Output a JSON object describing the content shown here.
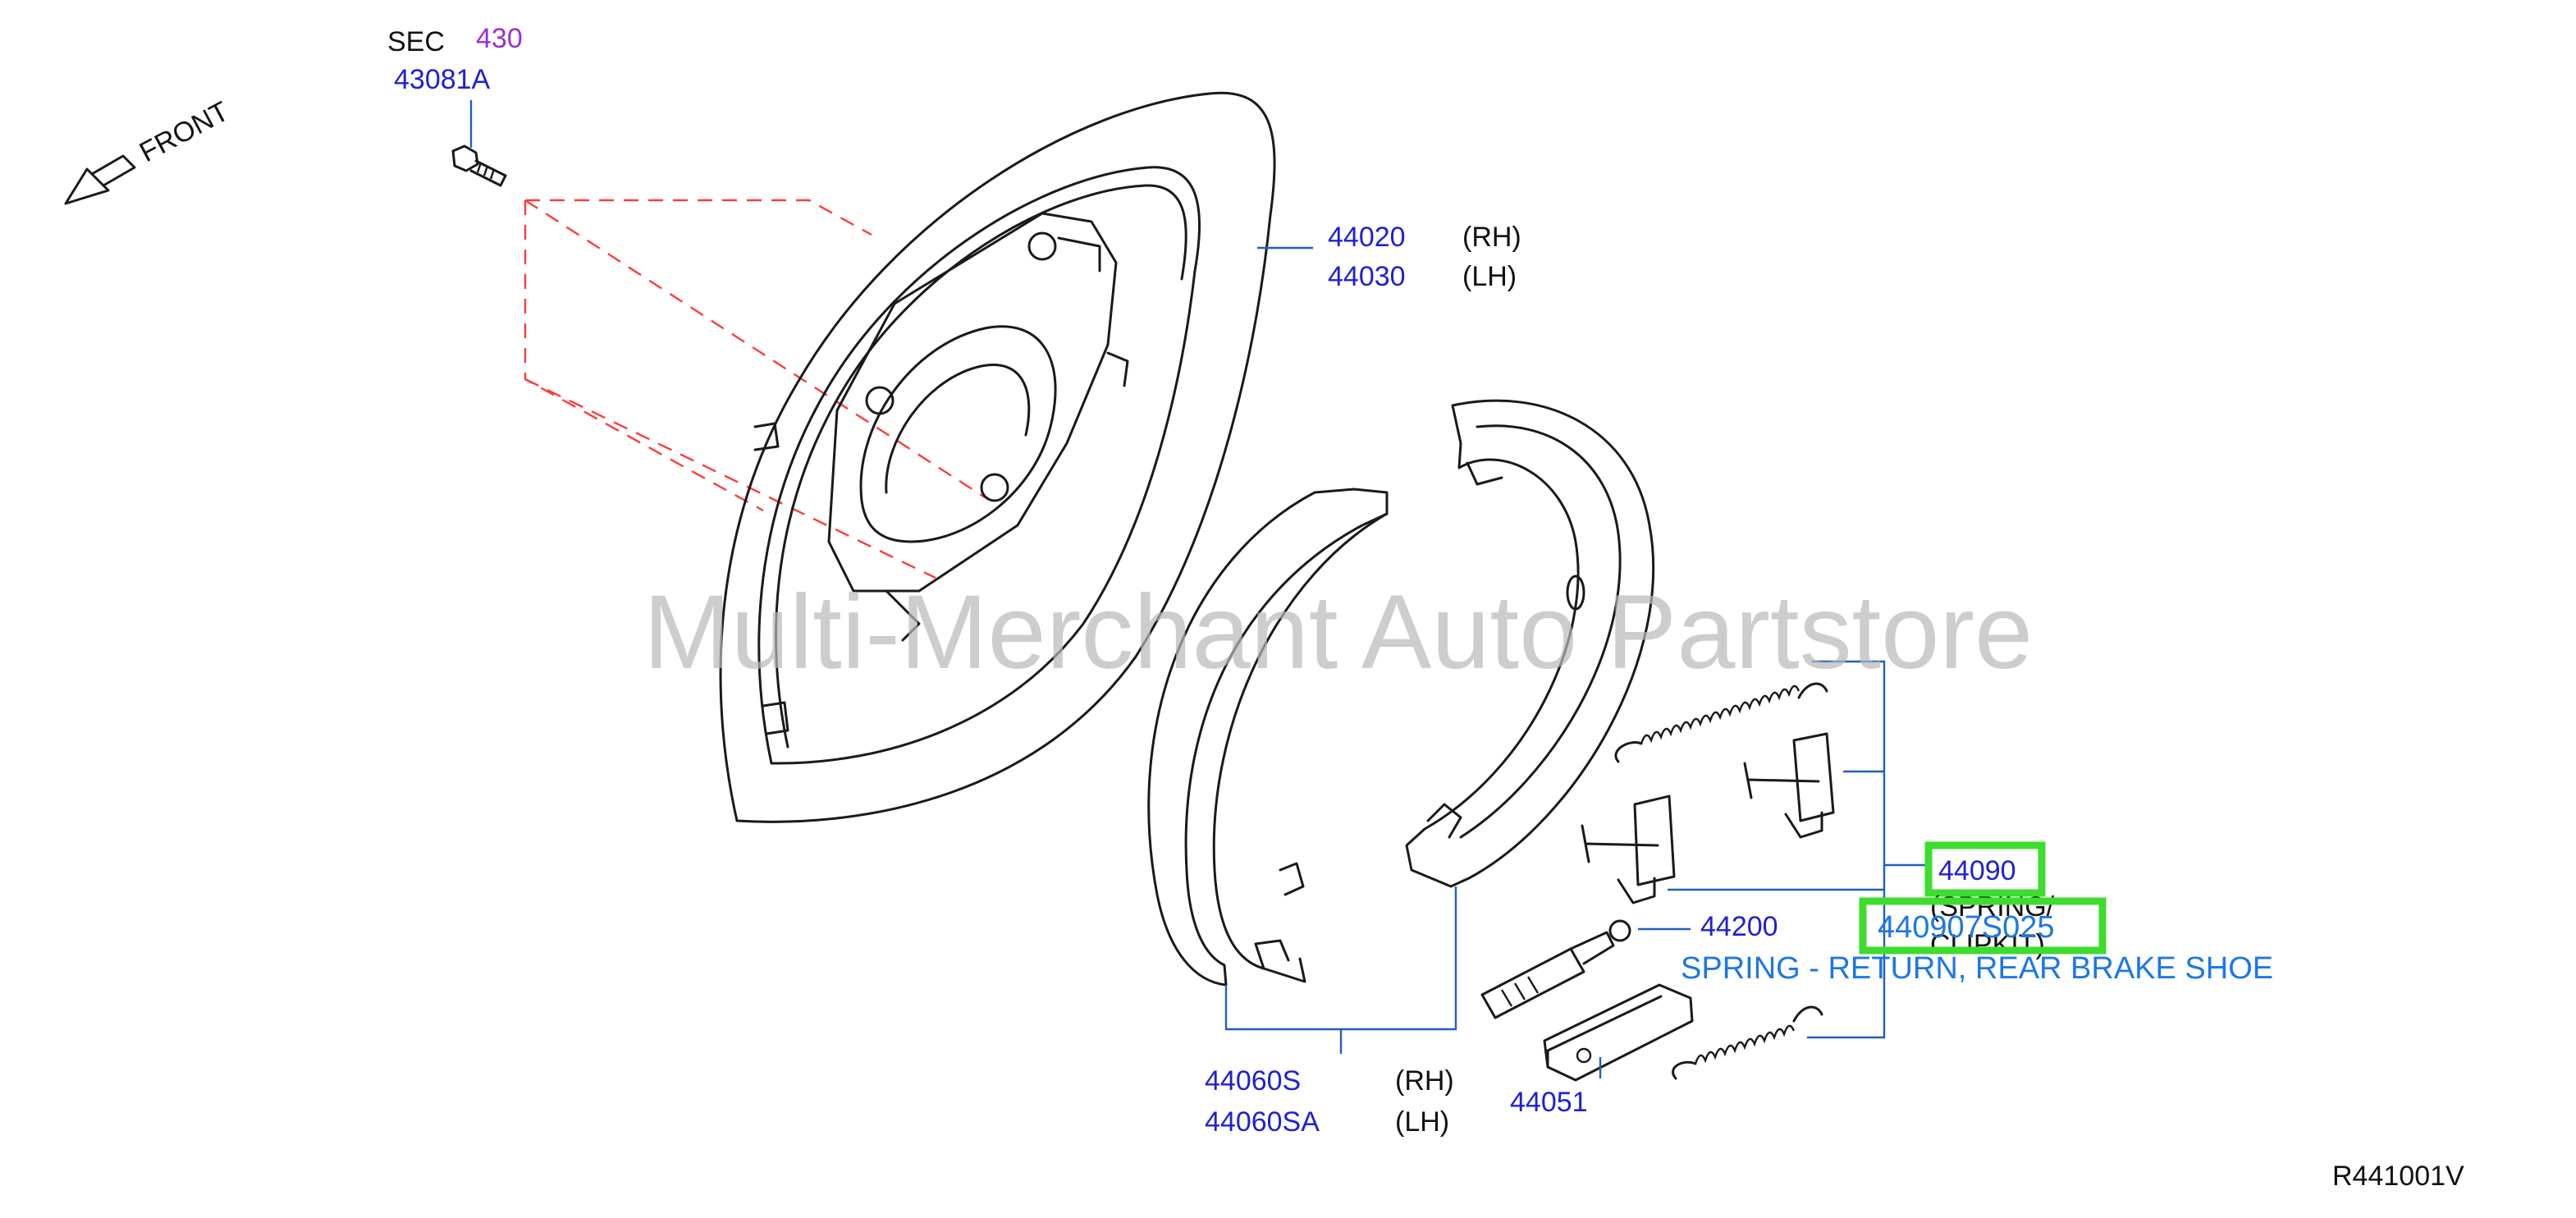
{
  "sec": {
    "label": "SEC",
    "number": "430"
  },
  "front_label": "FRONT",
  "parts": {
    "bolt": "43081A",
    "plate_rh": "44020",
    "plate_lh": "44030",
    "shoe_rh": "44060S",
    "shoe_lh": "44060SA",
    "adjuster": "44200",
    "lever": "44051",
    "spring_kit": "44090"
  },
  "sides": {
    "rh": "(RH)",
    "lh": "(LH)"
  },
  "spring_kit_desc_1": "(SPRING/",
  "spring_kit_desc_2": "CLIPKIT)",
  "selected_part": "440907S025",
  "selected_desc": "SPRING - RETURN, REAR BRAKE SHOE",
  "watermark": "Multi-Merchant Auto Partstore",
  "drawing_ref": "R441001V",
  "colors": {
    "part_number": "#1f1fd6",
    "sec_number": "#9b2fd6",
    "highlight": "#3ddc2e",
    "note": "#1d77e6",
    "dash": "#ff3b3b"
  }
}
